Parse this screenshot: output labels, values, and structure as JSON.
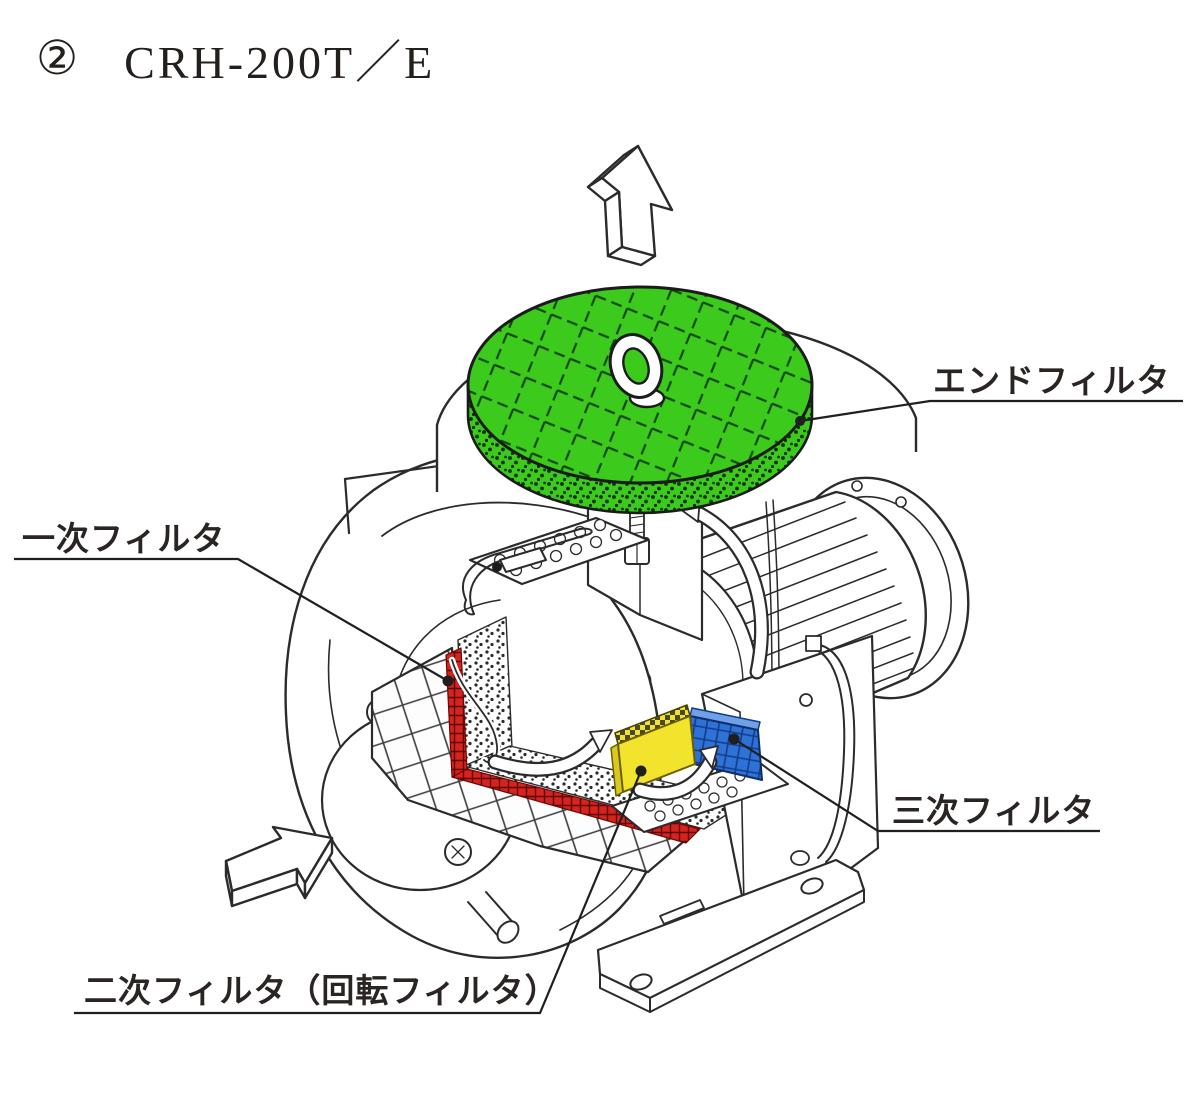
{
  "title": {
    "badge": "②",
    "model": "CRH-200T／E"
  },
  "labels": {
    "end_filter": "エンドフィルタ",
    "primary_filter": "一次フィルタ",
    "secondary_filter": "二次フィルタ（回転フィルタ）",
    "tertiary_filter": "三次フィルタ"
  },
  "colors": {
    "end_filter_green": "#3cca1c",
    "primary_filter_red": "#d5231d",
    "secondary_filter_yellow": "#f2e42c",
    "tertiary_filter_blue": "#2e72d8",
    "line": "#2b2b2b"
  },
  "icons": {
    "outlet_arrow": "up-block-arrow",
    "inlet_arrow": "inlet-block-arrow",
    "airflow_arrows": "curved-airflow-arrow",
    "lift_handle": "eye-bolt-ring"
  },
  "diagram": {
    "type": "cutaway-isometric-technical-drawing",
    "components": [
      {
        "name": "end-filter-disc",
        "label_ref": "end_filter",
        "color_ref": "end_filter_green"
      },
      {
        "name": "primary-filter-strip",
        "label_ref": "primary_filter",
        "color_ref": "primary_filter_red"
      },
      {
        "name": "secondary-filter-block",
        "label_ref": "secondary_filter",
        "color_ref": "secondary_filter_yellow"
      },
      {
        "name": "tertiary-filter-block",
        "label_ref": "tertiary_filter",
        "color_ref": "tertiary_filter_blue"
      }
    ]
  }
}
